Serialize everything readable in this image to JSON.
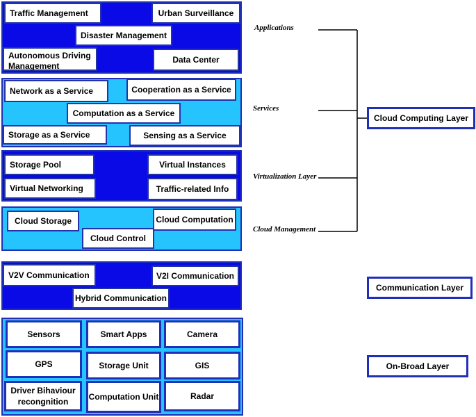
{
  "applications": {
    "items": [
      "Traffic Management",
      "Urban Surveillance",
      "Disaster Management",
      "Autonomous Driving Management",
      "Data Center"
    ]
  },
  "services": {
    "items": [
      "Network as a Service",
      "Cooperation as a Service",
      "Computation as a Service",
      "Storage as a Service",
      "Sensing as a Service"
    ]
  },
  "virtualization": {
    "items": [
      "Storage Pool",
      "Virtual Instances",
      "Virtual Networking",
      "Traffic-related Info"
    ]
  },
  "cloud_management": {
    "items": [
      "Cloud Storage",
      "Cloud Computation",
      "Cloud Control"
    ]
  },
  "communication": {
    "items": [
      "V2V Communication",
      "V2I Communication",
      "Hybrid Communication"
    ]
  },
  "onboard": {
    "items": [
      "Sensors",
      "Smart Apps",
      "Camera",
      "GPS",
      "Storage Unit",
      "GIS",
      "Driver Bihaviour recongnition",
      "Computation Unit",
      "Radar"
    ]
  },
  "side_labels": {
    "applications": "Applications",
    "services": "Services",
    "virtualization": "Virtualization Layer",
    "cloud_management": "Cloud Management"
  },
  "layers": {
    "cloud": "Cloud Computing Layer",
    "communication": "Communication Layer",
    "onboard": "On-Broad Layer"
  }
}
